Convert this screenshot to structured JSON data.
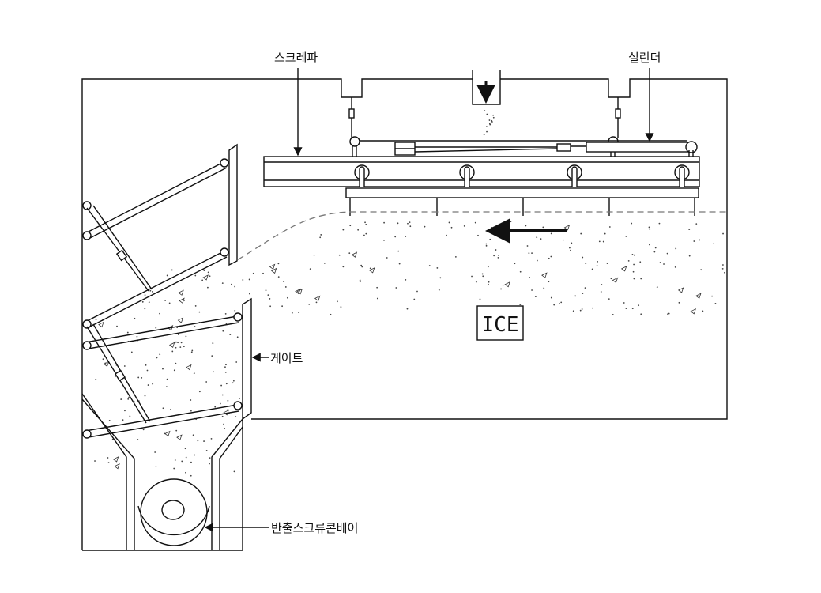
{
  "diagram": {
    "labels": {
      "scraper": "스크레파",
      "cylinder": "실린더",
      "gate": "게이트",
      "screw_conveyor": "반출스크류콘베어",
      "ice": "ICE"
    },
    "colors": {
      "line": "#111111",
      "background": "#ffffff"
    }
  }
}
